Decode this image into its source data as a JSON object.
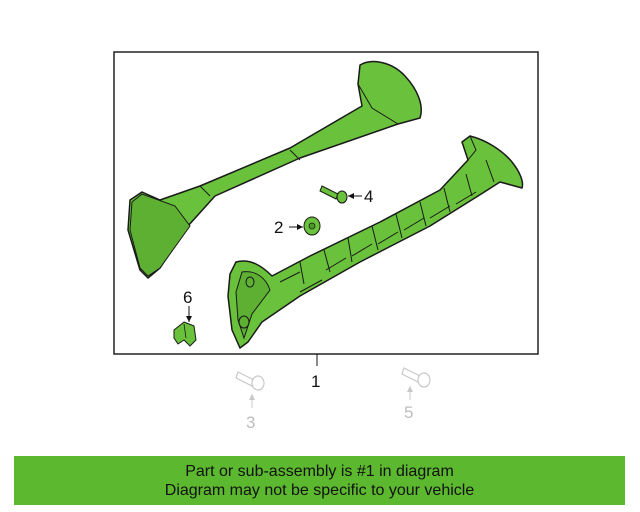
{
  "colors": {
    "part_fill": "#6ac13b",
    "part_stroke": "#1a1a1a",
    "ghost_part": "#c8c8c8",
    "banner": "#5cb82e"
  },
  "callouts": {
    "c1": "1",
    "c2": "2",
    "c3": "3",
    "c4": "4",
    "c5": "5",
    "c6": "6"
  },
  "banner": {
    "line1": "Part or sub-assembly is #1 in diagram",
    "line2": "Diagram may not be specific to your vehicle"
  }
}
